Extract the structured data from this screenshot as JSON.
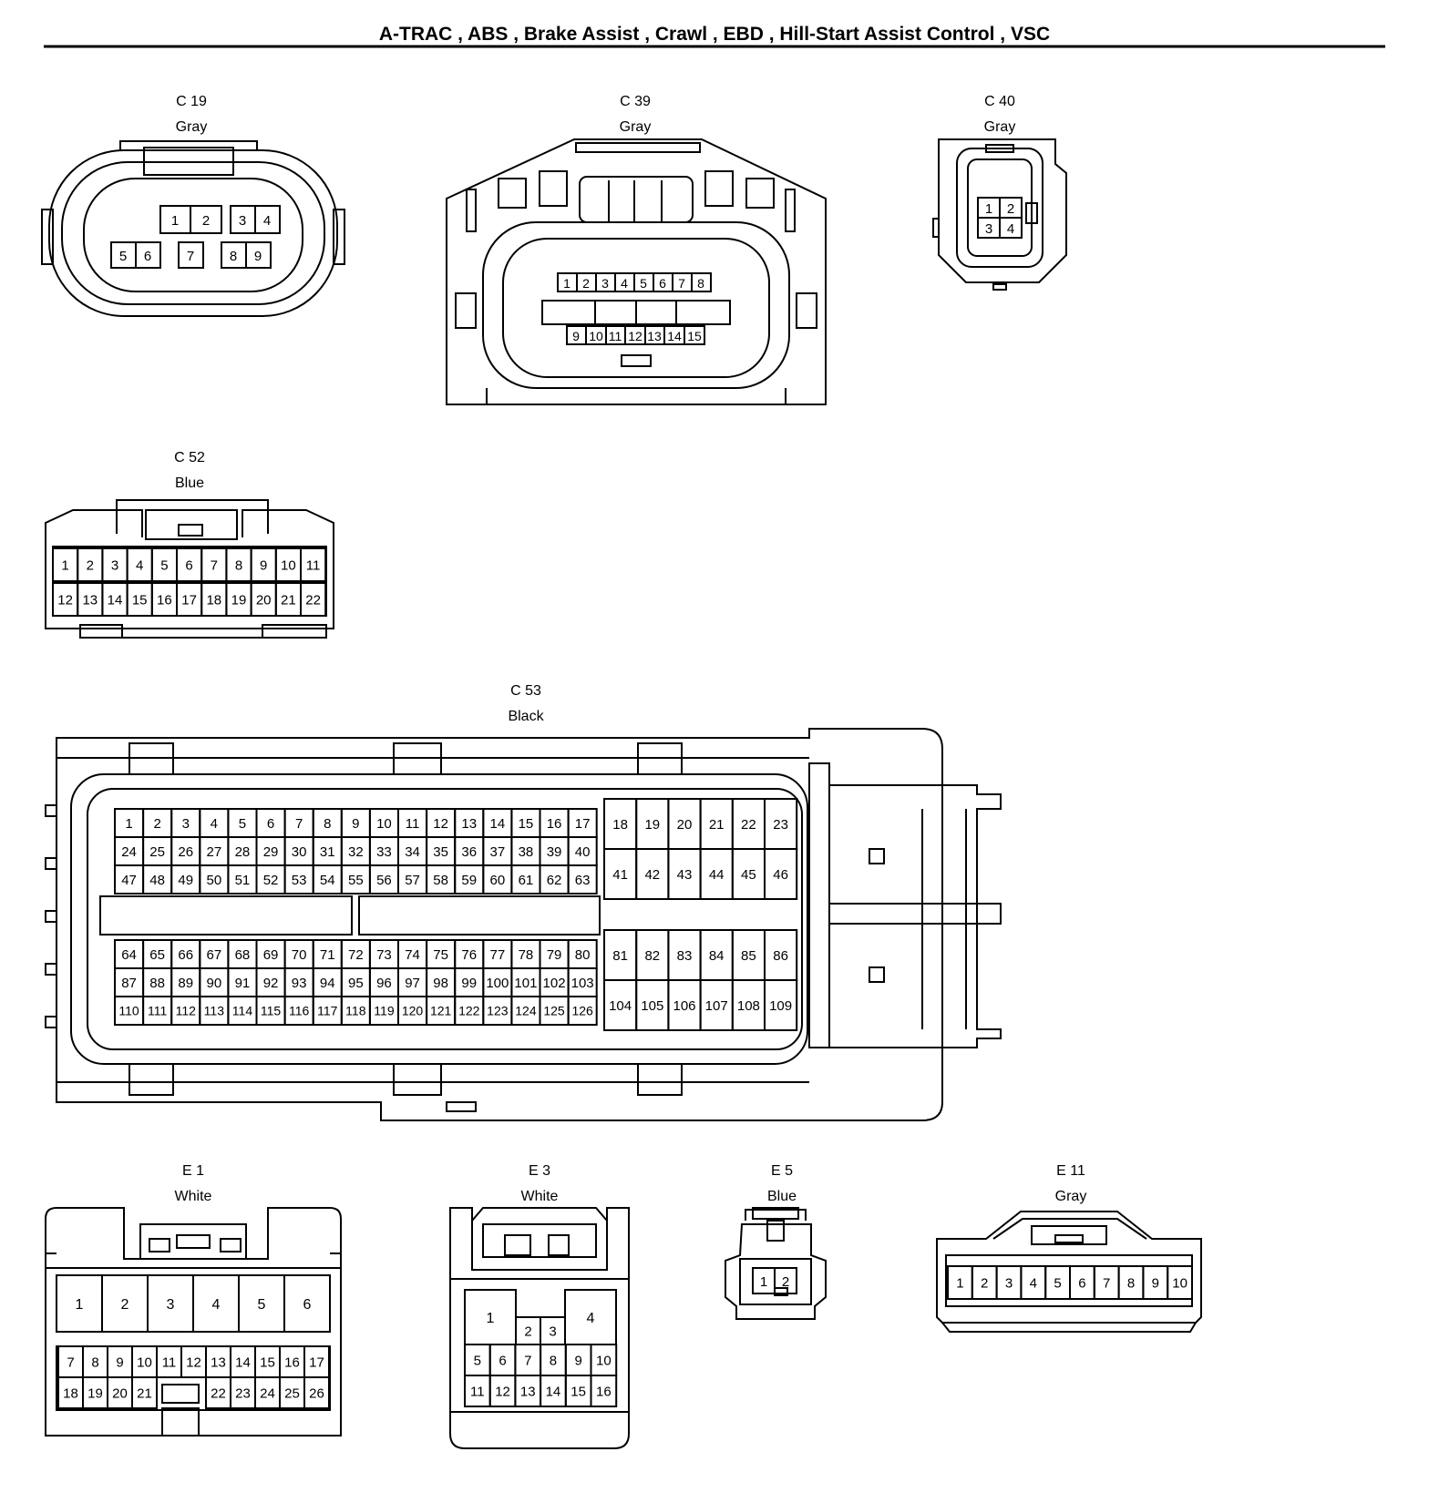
{
  "page_title": "A-TRAC , ABS , Brake Assist , Crawl , EBD , Hill-Start Assist Control , VSC",
  "connectors": {
    "c19": {
      "code": "C 19",
      "color": "Gray"
    },
    "c39": {
      "code": "C 39",
      "color": "Gray"
    },
    "c40": {
      "code": "C 40",
      "color": "Gray"
    },
    "c52": {
      "code": "C 52",
      "color": "Blue"
    },
    "c53": {
      "code": "C 53",
      "color": "Black"
    },
    "e1": {
      "code": "E 1",
      "color": "White"
    },
    "e3": {
      "code": "E 3",
      "color": "White"
    },
    "e5": {
      "code": "E 5",
      "color": "Blue"
    },
    "e11": {
      "code": "E 11",
      "color": "Gray"
    }
  },
  "pin_counts": {
    "c19": 9,
    "c39": 15,
    "c40": 4,
    "c52": 22,
    "c53": 126,
    "e1": 26,
    "e3": 16,
    "e5": 2,
    "e11": 10
  }
}
